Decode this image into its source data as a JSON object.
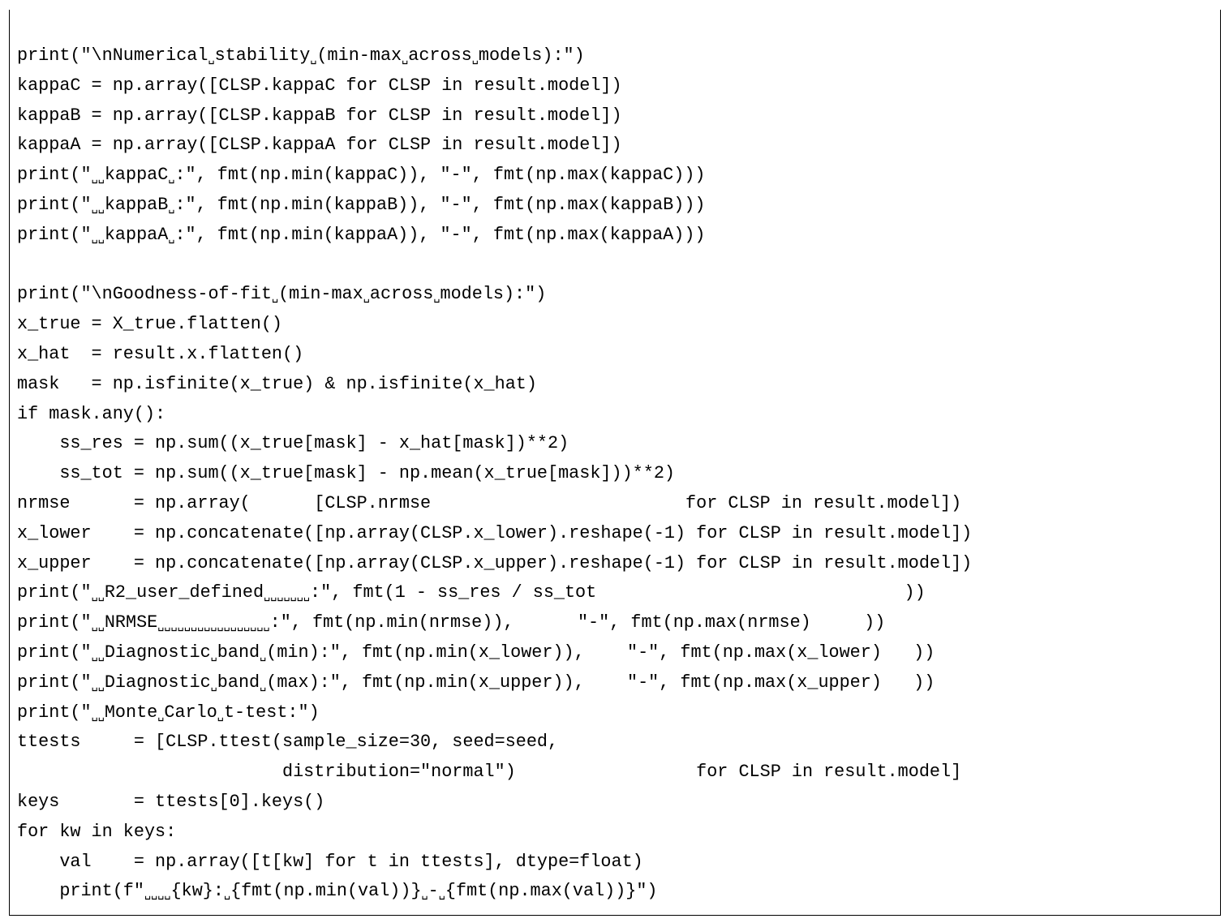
{
  "code_lines": [
    "print(\"\\nNumerical␣stability␣(min-max␣across␣models):\")",
    "kappaC = np.array([CLSP.kappaC for CLSP in result.model])",
    "kappaB = np.array([CLSP.kappaB for CLSP in result.model])",
    "kappaA = np.array([CLSP.kappaA for CLSP in result.model])",
    "print(\"␣␣kappaC␣:\", fmt(np.min(kappaC)), \"-\", fmt(np.max(kappaC)))",
    "print(\"␣␣kappaB␣:\", fmt(np.min(kappaB)), \"-\", fmt(np.max(kappaB)))",
    "print(\"␣␣kappaA␣:\", fmt(np.min(kappaA)), \"-\", fmt(np.max(kappaA)))",
    "",
    "print(\"\\nGoodness-of-fit␣(min-max␣across␣models):\")",
    "x_true = X_true.flatten()",
    "x_hat  = result.x.flatten()",
    "mask   = np.isfinite(x_true) & np.isfinite(x_hat)",
    "if mask.any():",
    "    ss_res = np.sum((x_true[mask] - x_hat[mask])**2)",
    "    ss_tot = np.sum((x_true[mask] - np.mean(x_true[mask]))**2)",
    "nrmse      = np.array(      [CLSP.nrmse                        for CLSP in result.model])",
    "x_lower    = np.concatenate([np.array(CLSP.x_lower).reshape(-1) for CLSP in result.model])",
    "x_upper    = np.concatenate([np.array(CLSP.x_upper).reshape(-1) for CLSP in result.model])",
    "print(\"␣␣R2_user_defined␣␣␣␣␣␣␣:\", fmt(1 - ss_res / ss_tot                             ))",
    "print(\"␣␣NRMSE␣␣␣␣␣␣␣␣␣␣␣␣␣␣␣␣␣:\", fmt(np.min(nrmse)),      \"-\", fmt(np.max(nrmse)     ))",
    "print(\"␣␣Diagnostic␣band␣(min):\", fmt(np.min(x_lower)),    \"-\", fmt(np.max(x_lower)   ))",
    "print(\"␣␣Diagnostic␣band␣(max):\", fmt(np.min(x_upper)),    \"-\", fmt(np.max(x_upper)   ))",
    "print(\"␣␣Monte␣Carlo␣t-test:\")",
    "ttests     = [CLSP.ttest(sample_size=30, seed=seed,",
    "                         distribution=\"normal\")                 for CLSP in result.model]",
    "keys       = ttests[0].keys()",
    "for kw in keys:",
    "    val    = np.array([t[kw] for t in ttests], dtype=float)",
    "    print(f\"␣␣␣␣{kw}:␣{fmt(np.min(val))}␣-␣{fmt(np.max(val))}\")"
  ]
}
